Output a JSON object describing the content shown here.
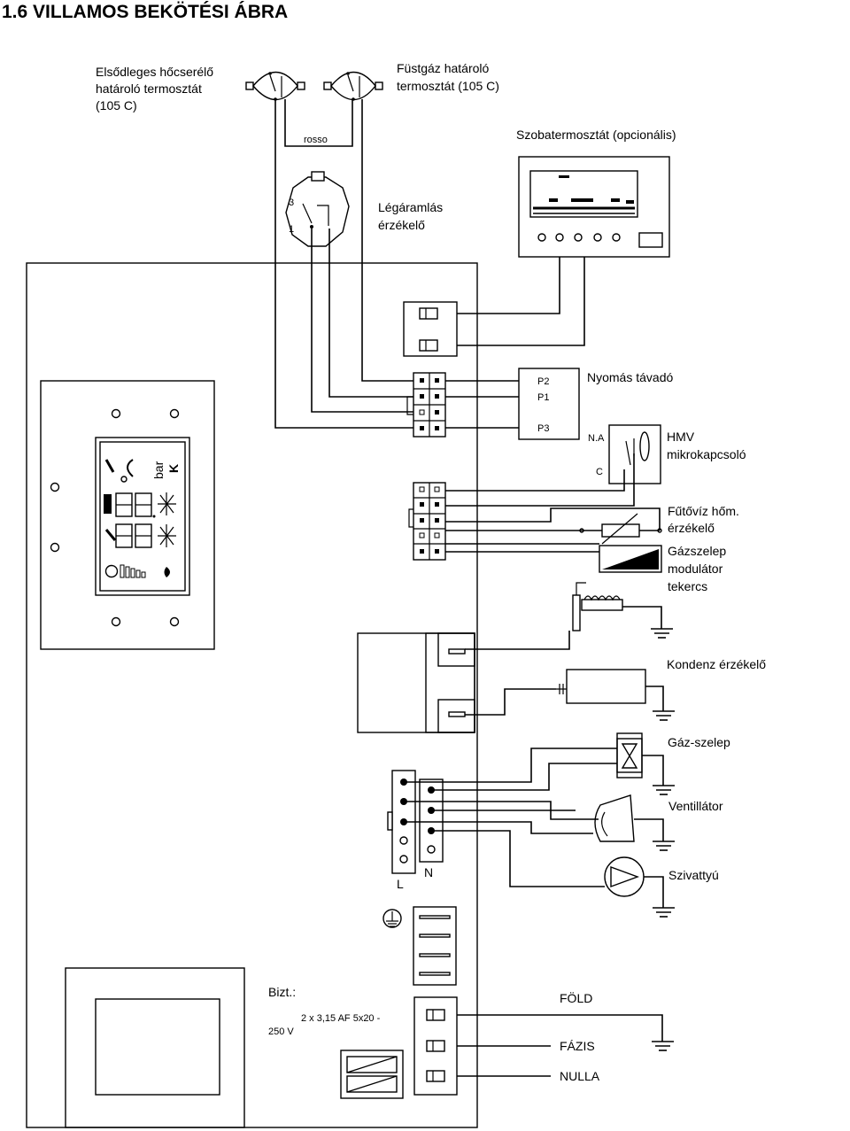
{
  "title": "1.6 VILLAMOS BEKÖTÉSI ÁBRA",
  "labels": {
    "primary_thermostat": [
      "Elsődleges hőcserélő",
      "határoló termosztát",
      "(105 C)"
    ],
    "flue_thermostat": [
      "Füstgáz határoló",
      "termosztát (105 C)"
    ],
    "room_thermostat": "Szobatermosztát (opcionális)",
    "wire_rosso": "rosso",
    "airflow_sensor": [
      "Légáramlás",
      "érzékelő"
    ],
    "pressure_transducer": "Nyomás távadó",
    "p2": "P2",
    "p1": "P1",
    "p3": "P3",
    "na": "N.A",
    "c": "C",
    "dhw_switch": [
      "HMV",
      "mikrokapcsoló"
    ],
    "heating_sensor": [
      "Fűtővíz hőm.",
      "érzékelő"
    ],
    "modulator_coil": [
      "Gázszelep",
      "modulátor",
      "tekercs"
    ],
    "condensate_sensor": "Kondenz érzékelő",
    "gas_valve": "Gáz-szelep",
    "fan": "Ventillátor",
    "pump": "Szivattyú",
    "terminal_l": "L",
    "terminal_n": "N",
    "fuse_label": "Bizt.:",
    "fuse_spec": "2 x 3,15 AF 5x20 -",
    "fuse_voltage": "250 V",
    "earth": "FÖLD",
    "phase": "FÁZIS",
    "neutral": "NULLA",
    "display_unit": "bar",
    "display_unit_k": "K"
  }
}
